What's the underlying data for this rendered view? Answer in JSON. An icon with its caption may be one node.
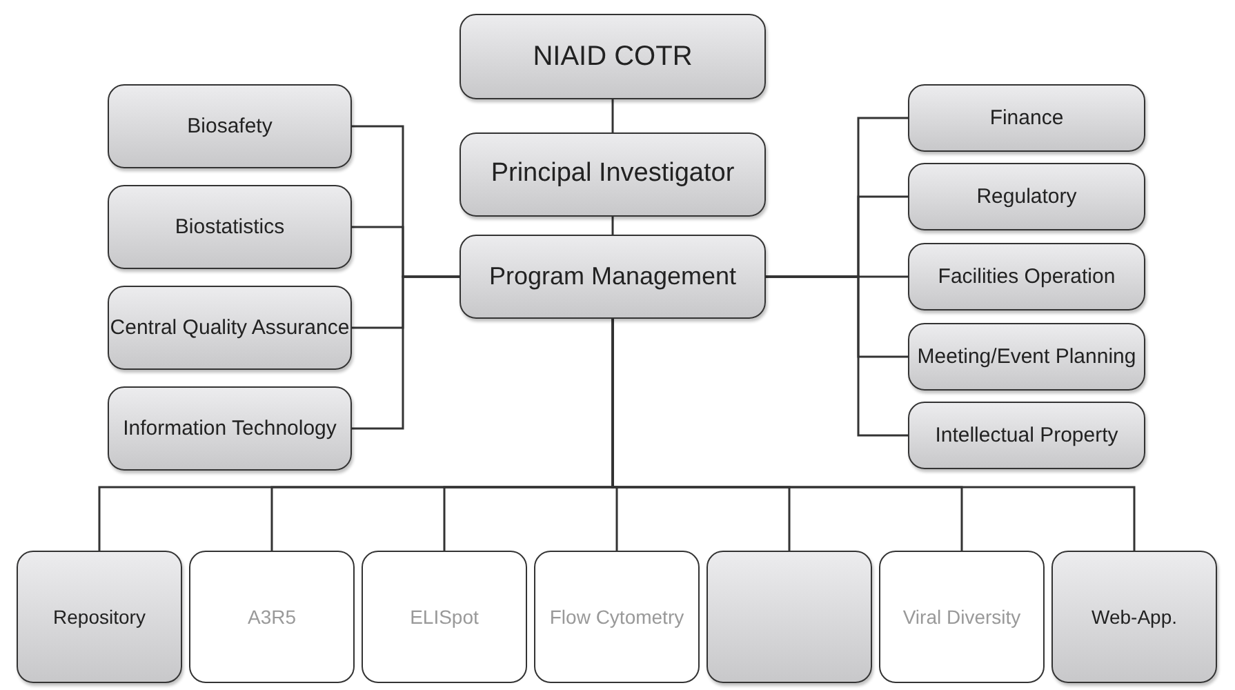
{
  "diagram": {
    "nodes": [
      {
        "text": [
          "NIAID COTR"
        ]
      },
      {
        "text": [
          "Principal Investigator"
        ]
      },
      {
        "text": [
          "Program Management"
        ]
      },
      {
        "text": [
          "Biosafety"
        ]
      },
      {
        "text": [
          "Biostatistics"
        ]
      },
      {
        "text": [
          "Central Quality Assurance"
        ]
      },
      {
        "text": [
          "Information Technology"
        ]
      },
      {
        "text": [
          "Finance"
        ]
      },
      {
        "text": [
          "Regulatory"
        ]
      },
      {
        "text": [
          "Facilities Operation"
        ]
      },
      {
        "text": [
          "Meeting/Event Planning"
        ]
      },
      {
        "text": [
          "Intellectual Property"
        ]
      },
      {
        "text": [
          "Repository"
        ]
      },
      {
        "text": [
          "A3R5"
        ]
      },
      {
        "text": [
          "ELISpot"
        ]
      },
      {
        "text": [
          "Flow Cytometry"
        ]
      },
      {
        "text": [],
        "shape": "box"
      },
      {
        "text": [
          "Viral Diversity"
        ]
      },
      {
        "text": [
          "Web-App."
        ]
      }
    ],
    "edges": [
      {
        "from": 0,
        "to": 1,
        "arrow": "none"
      },
      {
        "from": 1,
        "to": 2,
        "arrow": "none"
      },
      {
        "from": 2,
        "to": 3,
        "arrow": "none"
      },
      {
        "from": 2,
        "to": 4,
        "arrow": "none"
      },
      {
        "from": 2,
        "to": 5,
        "arrow": "none"
      },
      {
        "from": 2,
        "to": 6,
        "arrow": "none"
      },
      {
        "from": 2,
        "to": 7,
        "arrow": "none"
      },
      {
        "from": 2,
        "to": 8,
        "arrow": "none"
      },
      {
        "from": 2,
        "to": 9,
        "arrow": "none"
      },
      {
        "from": 2,
        "to": 10,
        "arrow": "none"
      },
      {
        "from": 2,
        "to": 11,
        "arrow": "none"
      },
      {
        "from": 2,
        "to": 12,
        "arrow": "none"
      },
      {
        "from": 2,
        "to": 13,
        "arrow": "none"
      },
      {
        "from": 2,
        "to": 14,
        "arrow": "none"
      },
      {
        "from": 2,
        "to": 15,
        "arrow": "none"
      },
      {
        "from": 2,
        "to": 16,
        "arrow": "none"
      },
      {
        "from": 2,
        "to": 17,
        "arrow": "none"
      },
      {
        "from": 2,
        "to": 18,
        "arrow": "none"
      }
    ]
  }
}
